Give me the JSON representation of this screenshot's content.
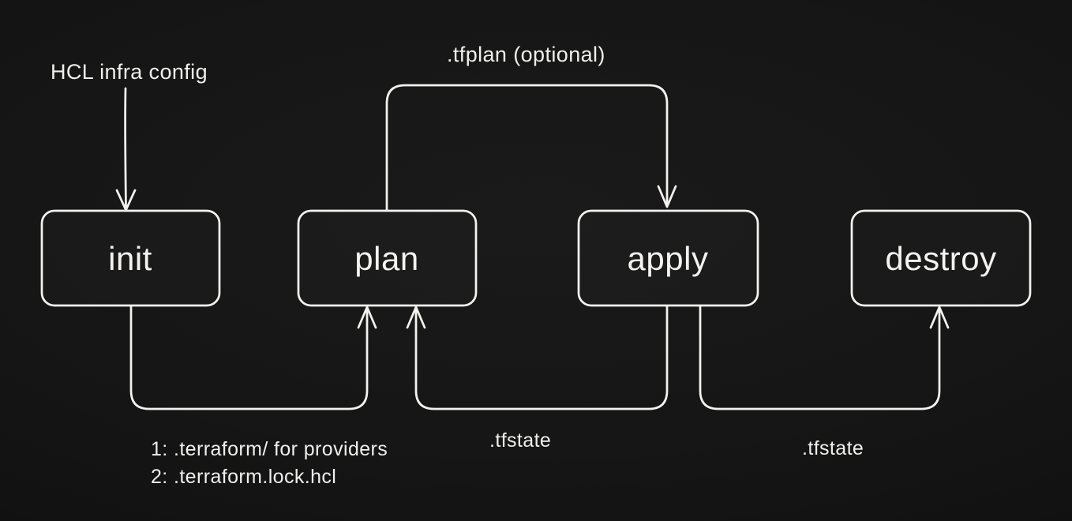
{
  "diagram": {
    "description": "Terraform workflow diagram",
    "nodes": [
      {
        "id": "init",
        "label": "init"
      },
      {
        "id": "plan",
        "label": "plan"
      },
      {
        "id": "apply",
        "label": "apply"
      },
      {
        "id": "destroy",
        "label": "destroy"
      }
    ],
    "annotations": {
      "input_label": "HCL infra config",
      "tfplan_label": ".tfplan (optional)",
      "init_outputs_line1": "1: .terraform/ for providers",
      "init_outputs_line2": "2: .terraform.lock.hcl",
      "tfstate_label_1": ".tfstate",
      "tfstate_label_2": ".tfstate"
    },
    "edges": [
      {
        "from": "HCL infra config",
        "to": "init",
        "label": ""
      },
      {
        "from": "plan",
        "to": "apply",
        "label": ".tfplan (optional)"
      },
      {
        "from": "init",
        "to": "plan",
        "label": "1: .terraform/ for providers, 2: .terraform.lock.hcl"
      },
      {
        "from": "apply",
        "to": "plan",
        "label": ".tfstate"
      },
      {
        "from": "apply",
        "to": "destroy",
        "label": ".tfstate"
      }
    ],
    "colors": {
      "background": "#151515",
      "stroke": "#f3f2ee",
      "text": "#f0efec"
    }
  }
}
